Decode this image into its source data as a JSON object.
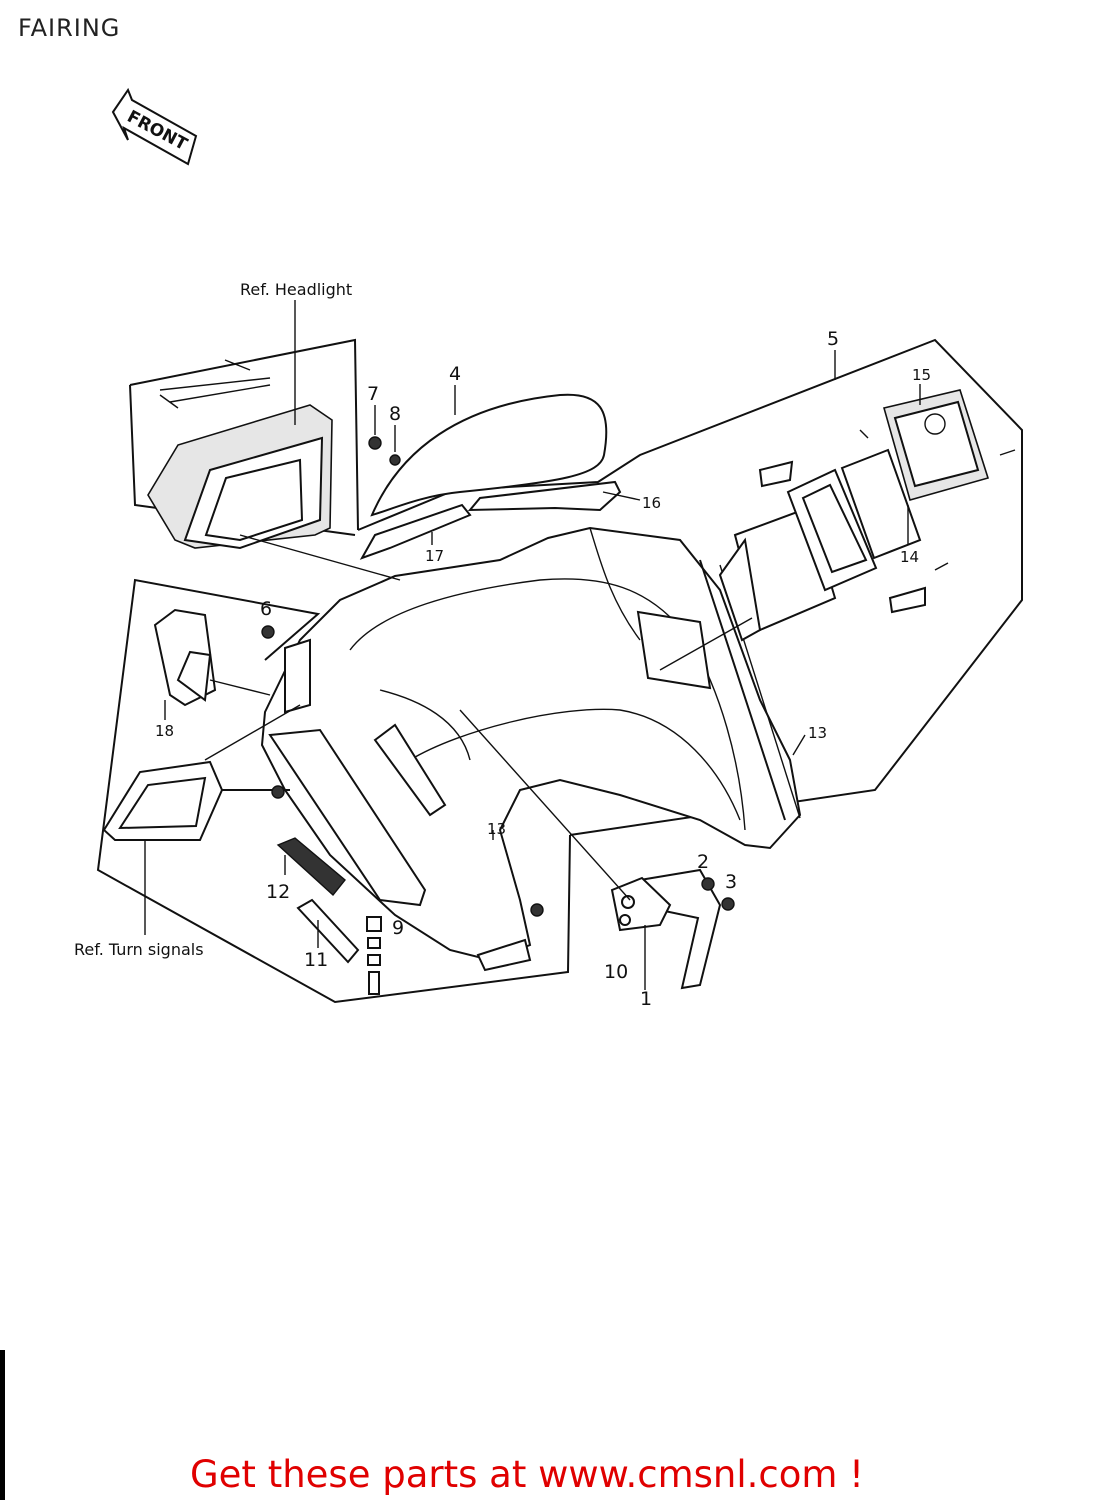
{
  "title": "FAIRING",
  "front_label": "FRONT",
  "references": {
    "headlight": "Ref. Headlight",
    "turn_signals": "Ref. Turn signals"
  },
  "callouts": {
    "c1": "1",
    "c2": "2",
    "c3": "3",
    "c4": "4",
    "c5": "5",
    "c6": "6",
    "c7": "7",
    "c8": "8",
    "c9": "9",
    "c10": "10",
    "c11": "11",
    "c12": "12",
    "c13a": "13",
    "c13b": "13",
    "c14": "14",
    "c15": "15",
    "c16": "16",
    "c17": "17",
    "c18": "18"
  },
  "footer": {
    "text": "Get these parts at www.cmsnl.com !",
    "color": "#e00000"
  }
}
